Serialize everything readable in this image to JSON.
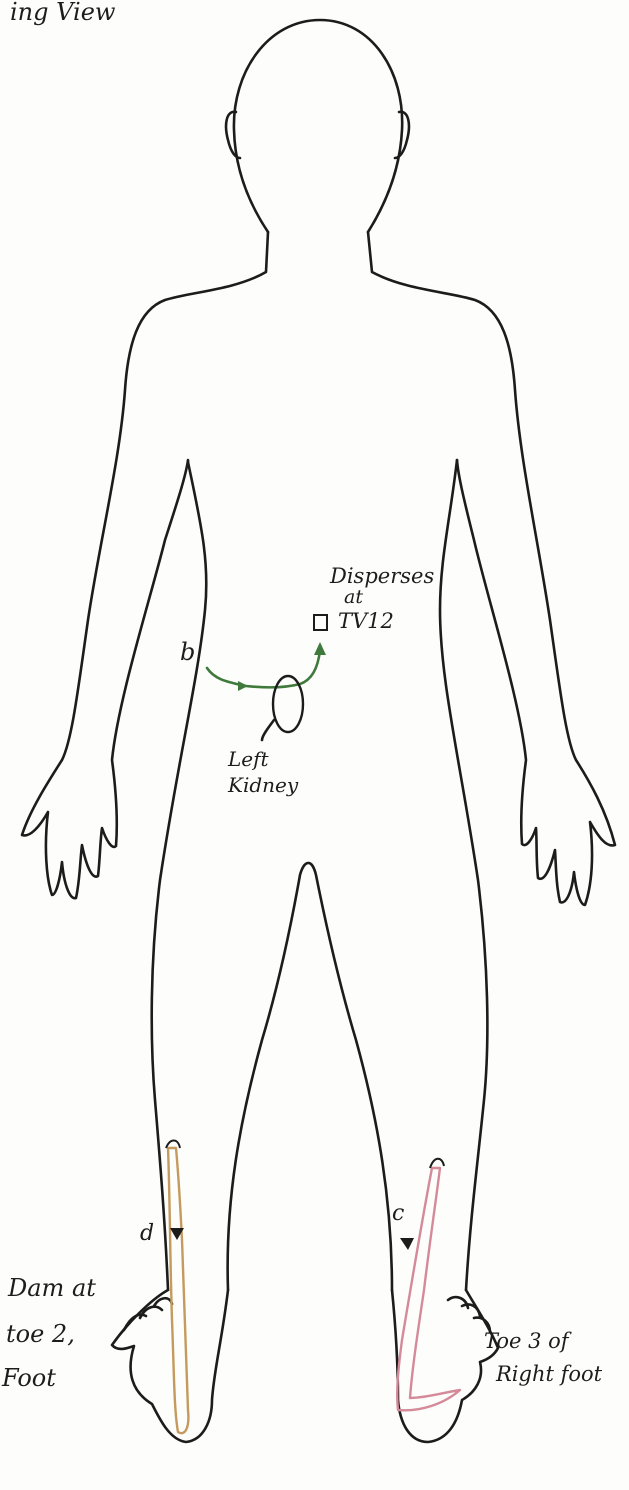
{
  "labels": {
    "title_fragment": "ing View",
    "channel_b": "b",
    "channel_c": "c",
    "channel_d": "d",
    "disperses_1": "Disperses",
    "disperses_2": "at",
    "disperses_3": "TV12",
    "kidney_1": "Left",
    "kidney_2": "Kidney",
    "dam_1": "Dam at",
    "dam_2": "toe 2,",
    "dam_3": "Foot",
    "toe3_1": "Toe 3 of",
    "toe3_2": "Right foot"
  },
  "colors": {
    "outline": "#1c1c1c",
    "channel_b": "#3f7a3c",
    "channel_c": "#d48a99",
    "channel_d": "#c59a5e"
  }
}
